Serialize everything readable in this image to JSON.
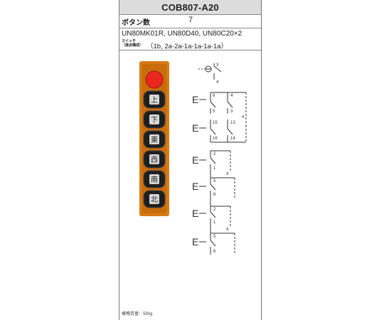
{
  "model": "COB807-A20",
  "button_count": {
    "label": "ボタン数",
    "value": "7"
  },
  "switch": {
    "models": "UN80MK01R, UN80D40, UN80C20×2",
    "label_line1": "スイッチ",
    "label_line2": "（接点構成）",
    "combo": "（1b, 2a-2a-1a-1a-1a-1a）"
  },
  "pendant": {
    "buttons": [
      {
        "icon": "emergency-stop",
        "color": "#e8281e"
      },
      {
        "icon": "power-on-symbol",
        "glyph": "上"
      },
      {
        "icon": "down-symbol",
        "glyph": "下"
      },
      {
        "icon": "east-symbol",
        "glyph": "東"
      },
      {
        "icon": "west-symbol",
        "glyph": "西"
      },
      {
        "icon": "south-symbol",
        "glyph": "南"
      },
      {
        "icon": "north-symbol",
        "glyph": "北"
      }
    ]
  },
  "circuit": {
    "contact_labels": [
      "3",
      "4",
      "6",
      "4",
      "5",
      "3",
      "15",
      "13",
      "16",
      "14",
      "2",
      "1",
      "5",
      "6",
      "2",
      "1",
      "5",
      "6"
    ],
    "earth_symbol": "E",
    "link_mark": "x"
  },
  "weight": "概略質量：590g"
}
